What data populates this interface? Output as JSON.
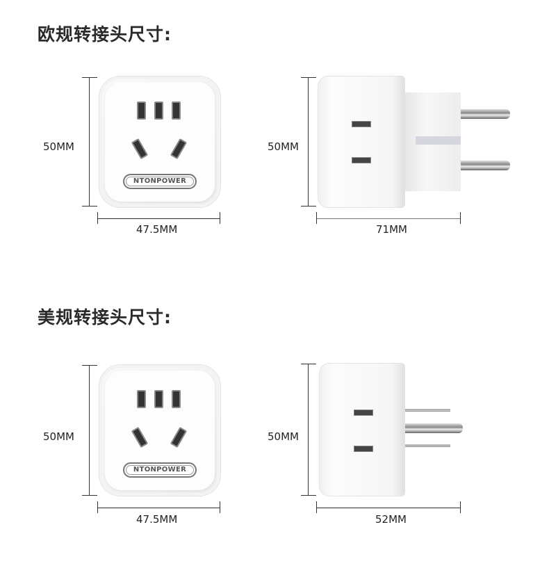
{
  "sections": [
    {
      "title": "欧规转接头尺寸:",
      "front": {
        "height": "50MM",
        "width": "47.5MM",
        "brand": "NTONPOWER"
      },
      "side": {
        "height": "50MM",
        "length": "71MM"
      }
    },
    {
      "title": "美规转接头尺寸:",
      "front": {
        "height": "50MM",
        "width": "47.5MM",
        "brand": "NTONPOWER"
      },
      "side": {
        "height": "50MM",
        "length": "52MM"
      }
    }
  ]
}
